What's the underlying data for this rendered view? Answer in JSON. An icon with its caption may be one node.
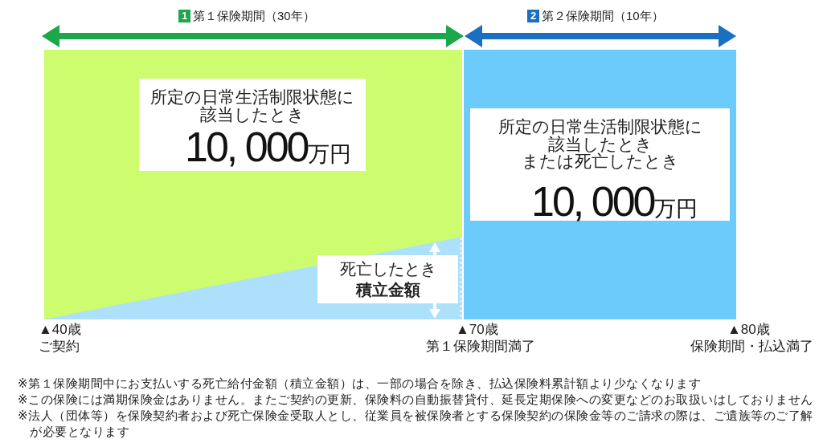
{
  "diagram": {
    "nodes": [
      {
        "text": [],
        "shape": "box"
      },
      {
        "text": [
          "所定の日常生活制限状態に該当したとき",
          "10, 000",
          "万円"
        ],
        "in": 0
      },
      {
        "text": [
          "死亡したとき",
          "積立金額"
        ],
        "in": 0
      },
      {
        "text": [],
        "shape": "box"
      },
      {
        "text": [
          "所定の日常生活制限状態に該当したとき",
          "または死亡したとき",
          "10, 000",
          "万円"
        ],
        "in": 3
      }
    ],
    "labels": [
      "1",
      "第１保険期間（30年）",
      "2",
      "第２保険期間（10年）",
      "▲40歳",
      "ご契約",
      "▲70歳",
      "第１保険期間満了",
      "▲80歳",
      "保険期間・払込満了",
      "※第１保険期間中にお支払いする死亡給付金額（積立金額）は、一部の場合を除き、払込保険料累計額より少なくなります",
      "※この保険には満期保険金はありません。またご契約の更新、保険料の自動振替貸付、延長定期保険への変更などのお取扱いはしておりません",
      "※法人（団体等）を保険契約者および死亡保険金受取人とし、従業員を被保険者とする保険契約の保険金等のご請求の際は、ご遺族等のご了解が必要となります"
    ]
  }
}
